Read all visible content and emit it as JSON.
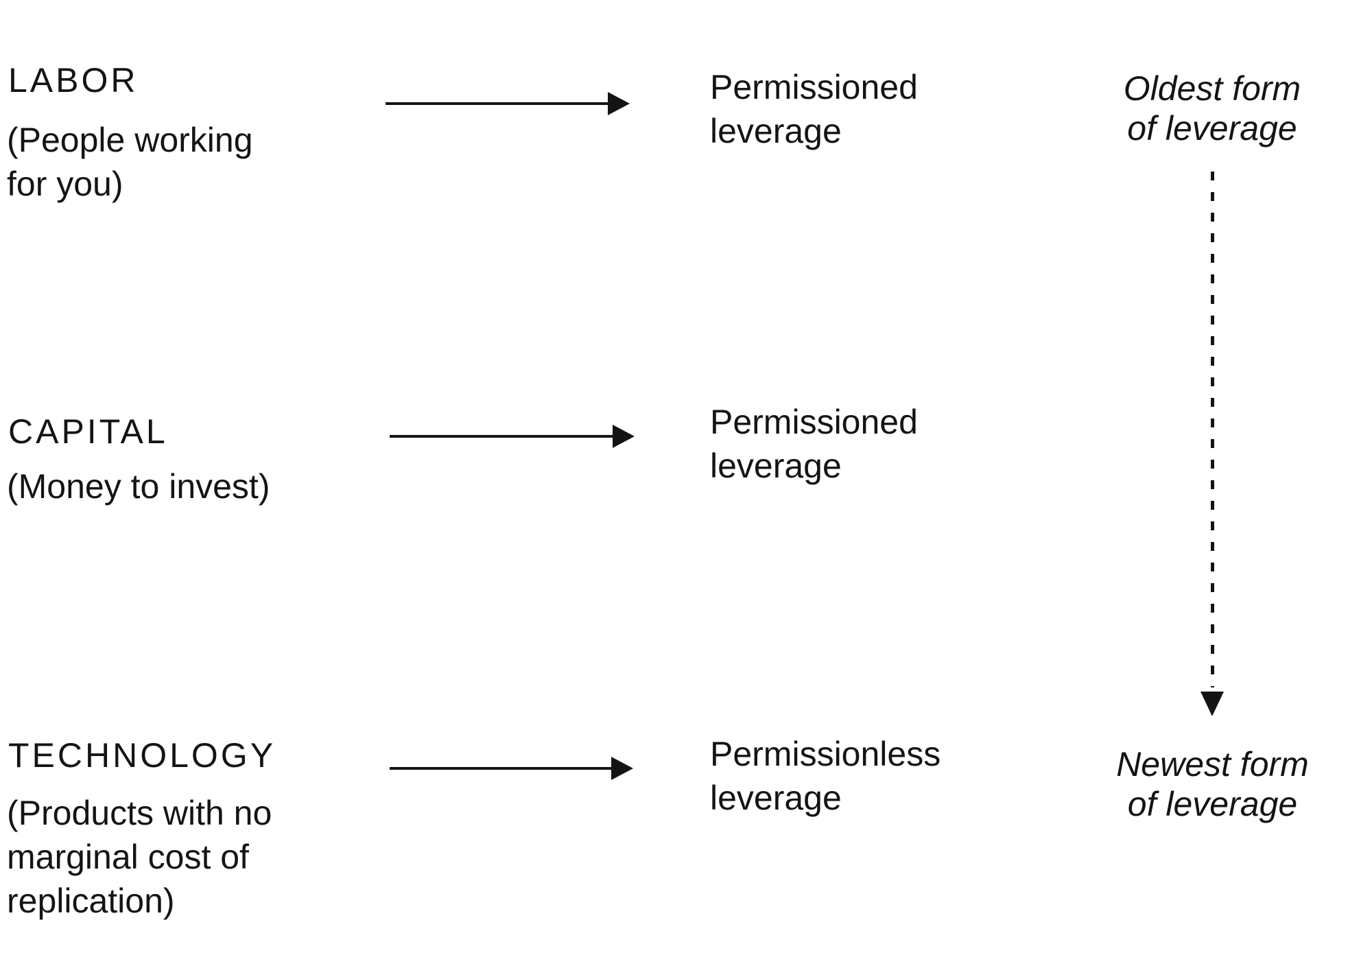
{
  "diagram": {
    "background": "#ffffff",
    "text_color": "#141414",
    "rows": [
      {
        "title": "LABOR",
        "description": "(People working\nfor you)",
        "leverage_type": "Permissioned\nleverage"
      },
      {
        "title": "CAPITAL",
        "description": "(Money to invest)",
        "leverage_type": "Permissioned\nleverage"
      },
      {
        "title": "TECHNOLOGY",
        "description": "(Products with no\nmarginal cost of\nreplication)",
        "leverage_type": "Permissionless\nleverage"
      }
    ],
    "timeline": {
      "start_label": "Oldest form\nof leverage",
      "end_label": "Newest form\nof leverage"
    }
  }
}
